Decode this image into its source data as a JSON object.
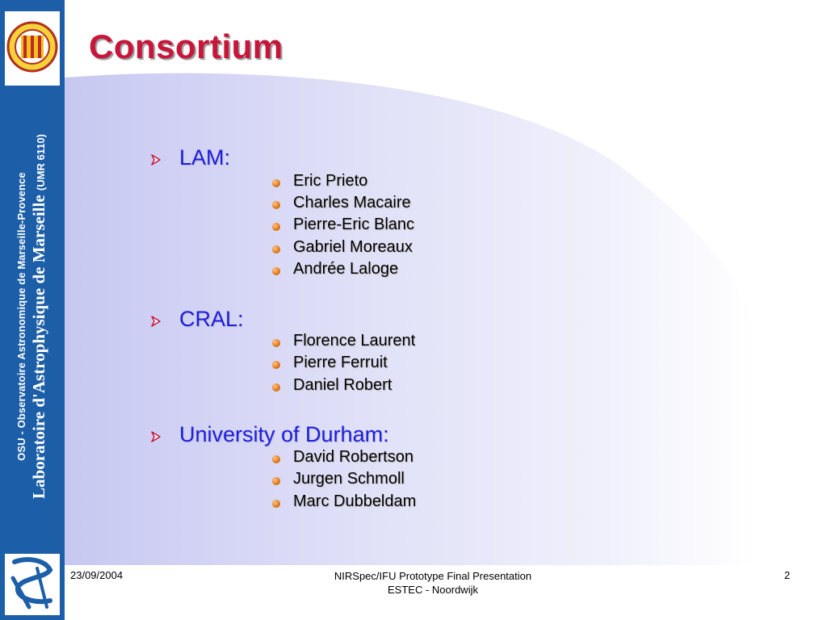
{
  "slide": {
    "title": "Consortium",
    "groups": [
      {
        "name": "LAM:",
        "members": [
          "Eric Prieto",
          "Charles Macaire",
          "Pierre-Eric Blanc",
          "Gabriel Moreaux",
          "Andrée Laloge"
        ]
      },
      {
        "name": "CRAL:",
        "members": [
          "Florence Laurent",
          "Pierre Ferruit",
          "Daniel Robert"
        ]
      },
      {
        "name": "University of Durham:",
        "members": [
          "David Robertson",
          "Jurgen Schmoll",
          "Marc Dubbeldam"
        ]
      }
    ]
  },
  "sidebar": {
    "line1": "OSU - Observatoire Astronomique de Marseille-Provence",
    "line2": "Laboratoire d'Astrophysique de Marseille",
    "umr": "(UMR 6110)"
  },
  "footer": {
    "date": "23/09/2004",
    "line1": "NIRSpec/IFU Prototype Final Presentation",
    "line2": "ESTEC - Noordwijk",
    "page": "2"
  },
  "colors": {
    "title": "#c8153a",
    "heading": "#1d1ddd",
    "sidebar": "#1c5fa8",
    "bullet": "#e07412"
  },
  "icons": {
    "group_bullet": "arrow-bullet-icon",
    "member_bullet": "orange-dot-icon"
  }
}
